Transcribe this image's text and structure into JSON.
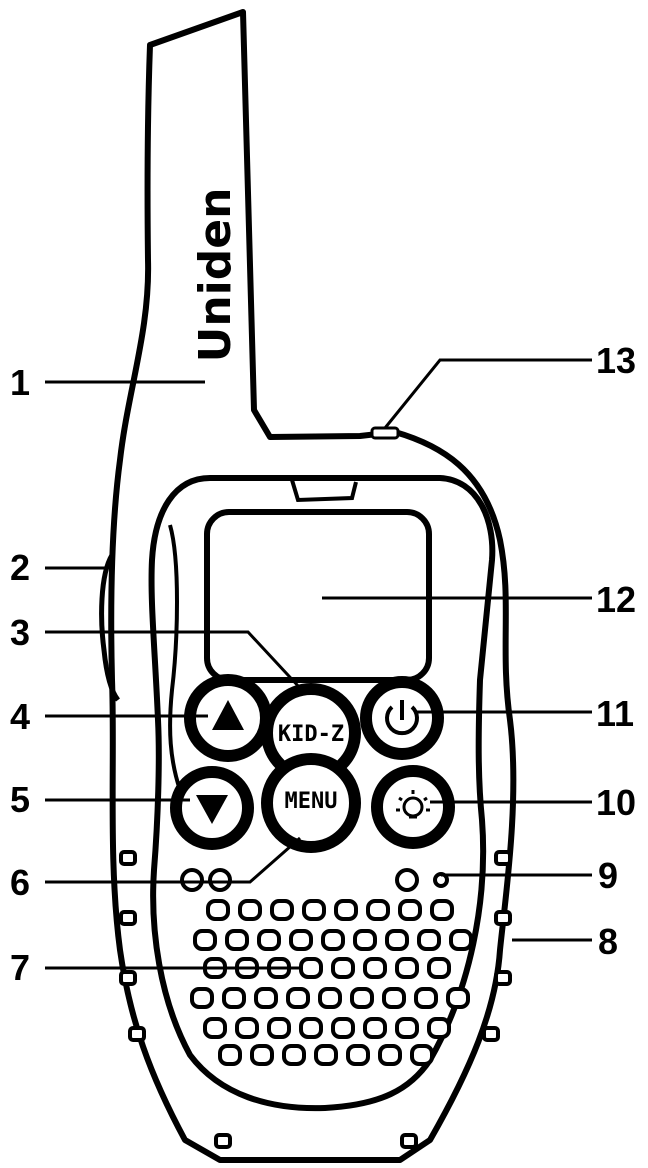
{
  "brand": "Uniden",
  "buttons": {
    "kidz": "KID-Z",
    "menu": "MENU"
  },
  "callouts": [
    {
      "number": "1"
    },
    {
      "number": "2"
    },
    {
      "number": "3"
    },
    {
      "number": "4"
    },
    {
      "number": "5"
    },
    {
      "number": "6"
    },
    {
      "number": "7"
    },
    {
      "number": "8"
    },
    {
      "number": "9"
    },
    {
      "number": "10"
    },
    {
      "number": "11"
    },
    {
      "number": "12"
    },
    {
      "number": "13"
    }
  ],
  "icons": {
    "up": "up-arrow-icon",
    "down": "down-arrow-icon",
    "power": "power-icon",
    "light": "light-bulb-icon"
  },
  "colors": {
    "outline": "#000000",
    "background": "#ffffff"
  }
}
